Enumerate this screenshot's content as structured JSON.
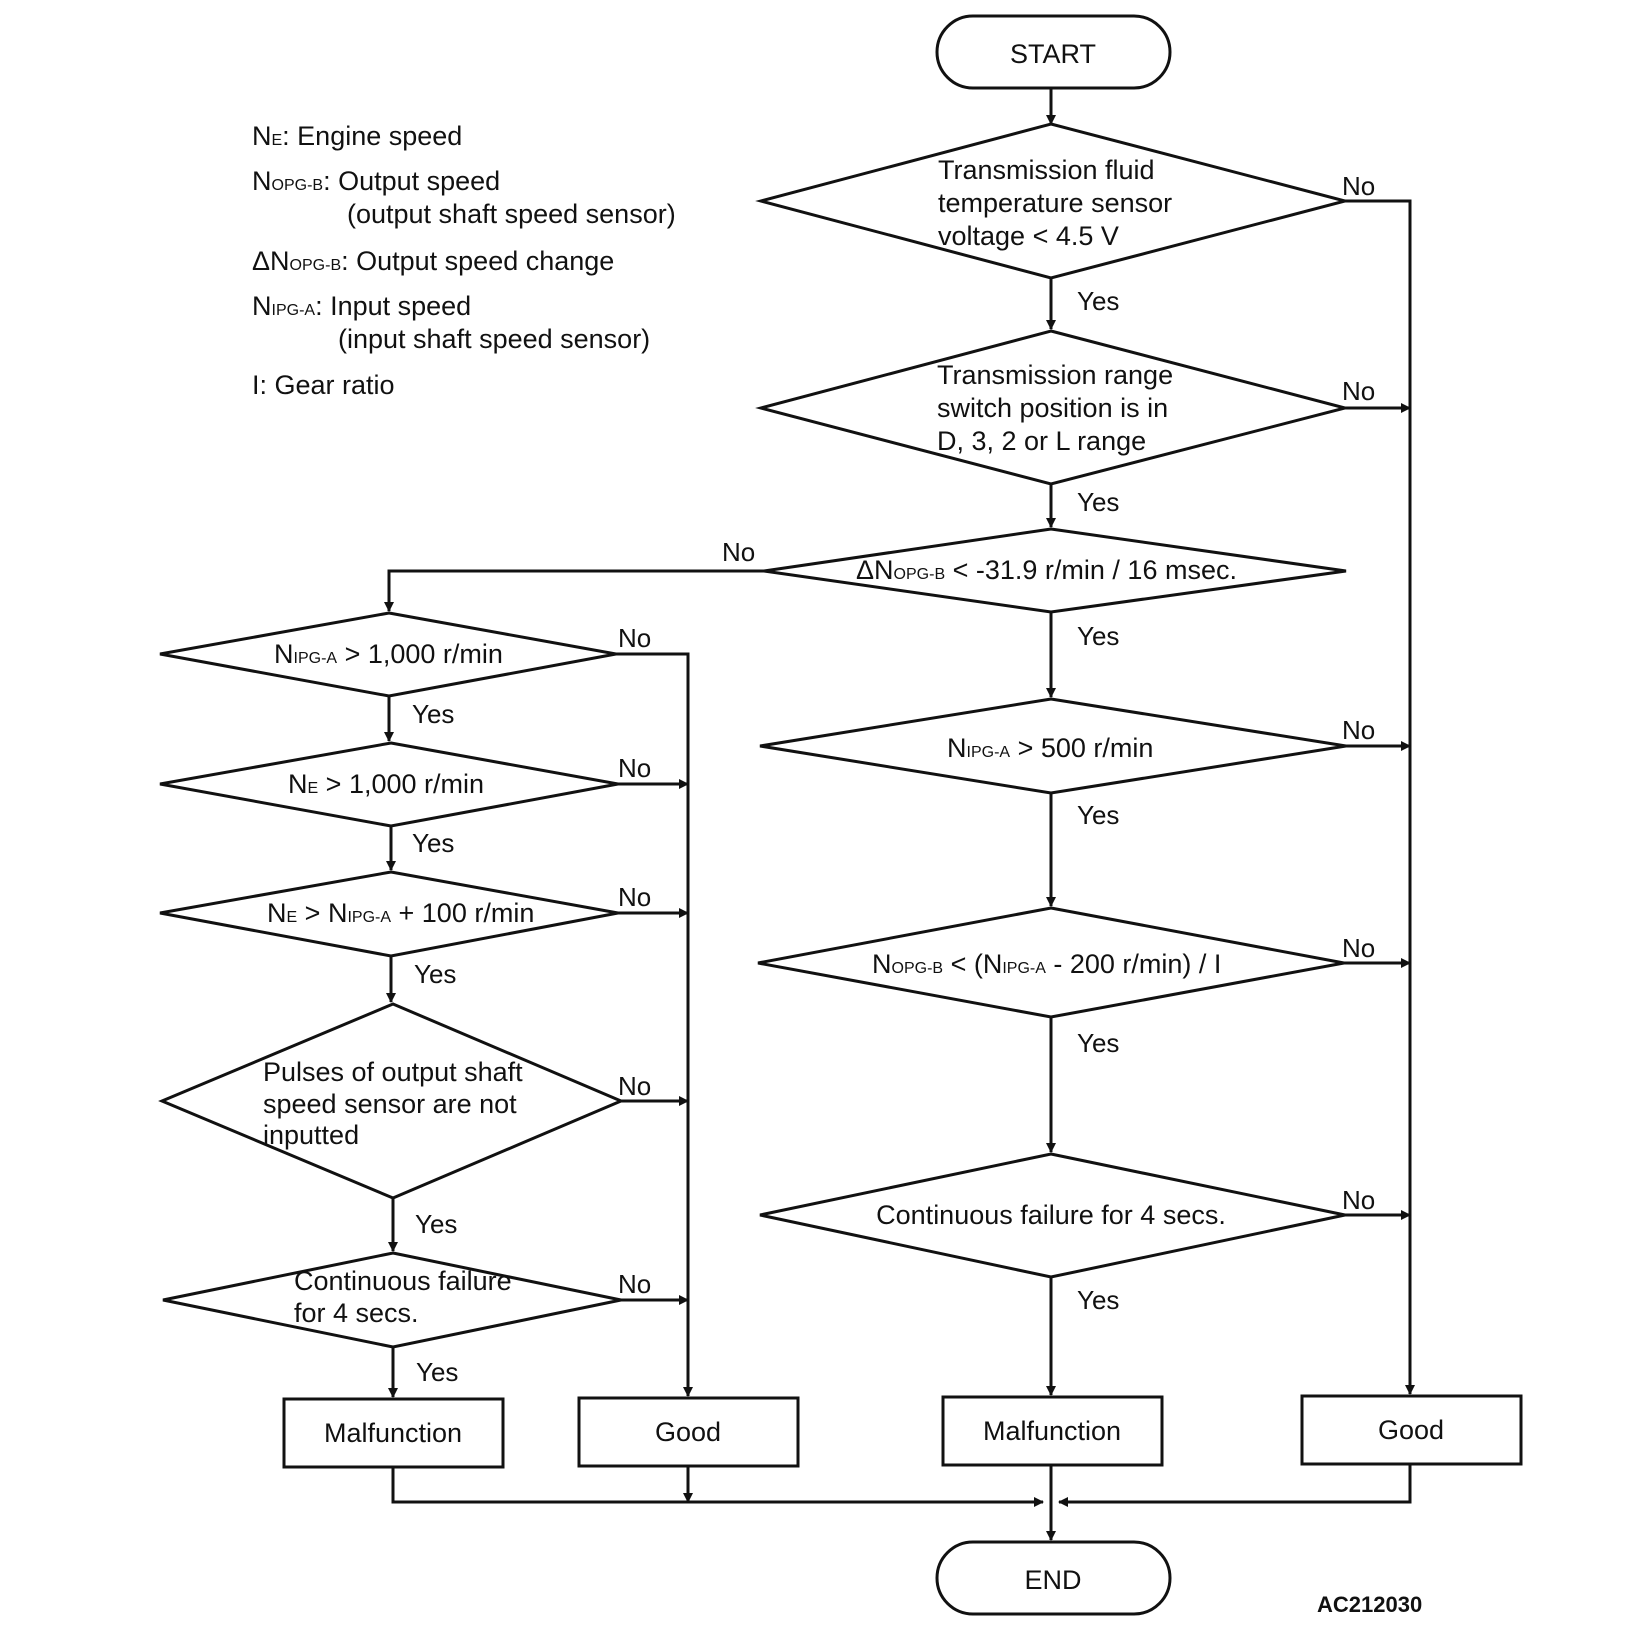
{
  "legend": {
    "ne": {
      "sym": "N",
      "sub": "E",
      "desc": ": Engine speed"
    },
    "nopg": {
      "sym": "N",
      "sub": "OPG-B",
      "desc": ": Output speed",
      "desc2": "(output shaft speed sensor)"
    },
    "dnopg": {
      "sym": "ΔN",
      "sub": "OPG-B",
      "desc": ": Output speed change"
    },
    "nipg": {
      "sym": "N",
      "sub": "IPG-A",
      "desc": ": Input speed",
      "desc2": "(input shaft speed sensor)"
    },
    "gear": {
      "sym": "I",
      "desc": ": Gear ratio"
    }
  },
  "terminals": {
    "start": "START",
    "end": "END"
  },
  "right": {
    "d1": [
      "Transmission fluid",
      "temperature sensor",
      "voltage < 4.5 V"
    ],
    "d2": [
      "Transmission range",
      "switch position is in",
      "D, 3, 2 or L range"
    ],
    "d3": {
      "a": "ΔN",
      "b": "OPG-B",
      "c": " < -31.9 r/min / 16 msec."
    },
    "d4": {
      "a": "N",
      "b": "IPG-A",
      "c": " > 500 r/min"
    },
    "d5": {
      "a": "N",
      "b": "OPG-B",
      "c": " < (N",
      "d": "IPG-A",
      "e": " - 200 r/min) / I"
    },
    "d6": "Continuous failure for 4 secs.",
    "malfunction": "Malfunction",
    "good": "Good"
  },
  "left": {
    "d1": {
      "a": "N",
      "b": "IPG-A",
      "c": " > 1,000 r/min"
    },
    "d2": {
      "a": "N",
      "b": "E",
      "c": " > 1,000 r/min"
    },
    "d3": {
      "a": "N",
      "b": "E",
      "c": " > N",
      "d": "IPG-A",
      "e": " + 100 r/min"
    },
    "d4": [
      "Pulses of output shaft",
      "speed sensor are not",
      "inputted"
    ],
    "d5": [
      "Continuous failure",
      "for 4 secs."
    ],
    "malfunction": "Malfunction",
    "good": "Good"
  },
  "branch": {
    "yes": "Yes",
    "no": "No"
  },
  "figure_code": "AC212030"
}
